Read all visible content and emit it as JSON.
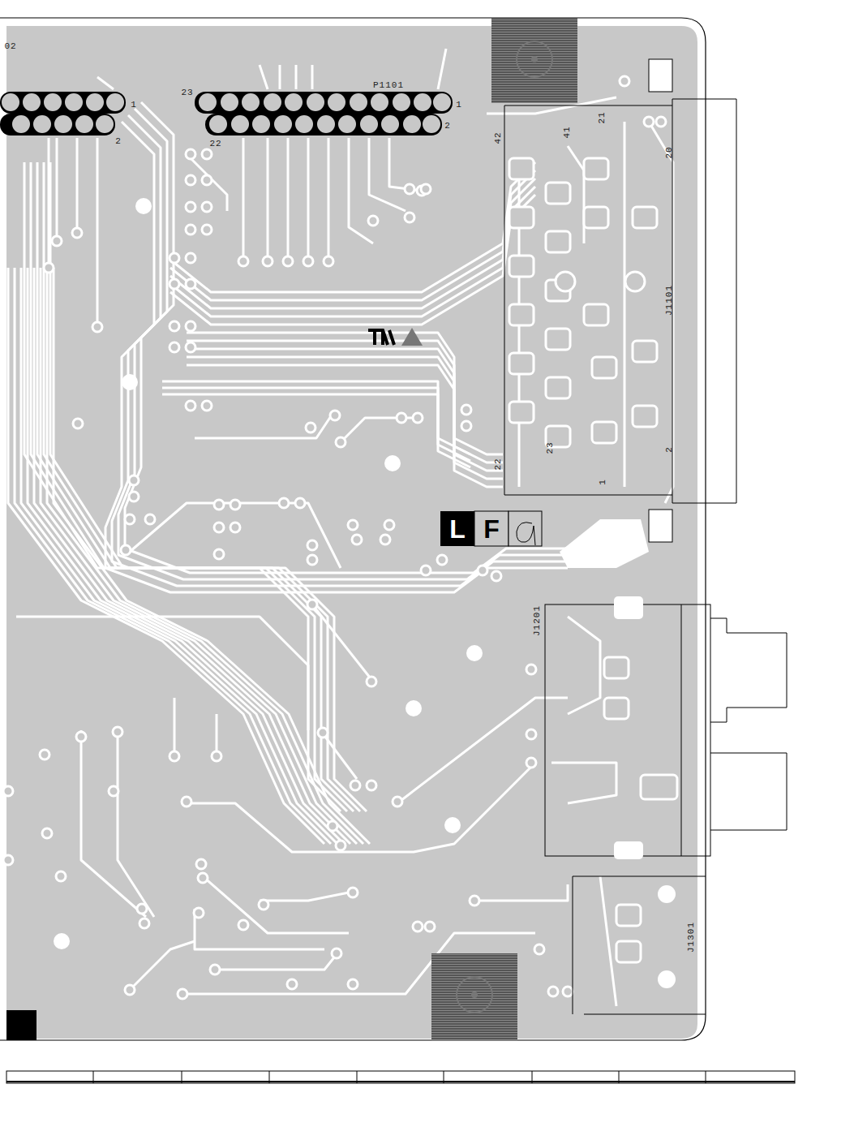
{
  "diagram": {
    "labels": [
      "02",
      "1",
      "2",
      "23",
      "P1101",
      "1",
      "22",
      "2",
      "42",
      "41",
      "21",
      "20",
      "J1101",
      "22",
      "23",
      "1",
      "2",
      "J1201",
      "J1301",
      "L",
      "F"
    ]
  }
}
